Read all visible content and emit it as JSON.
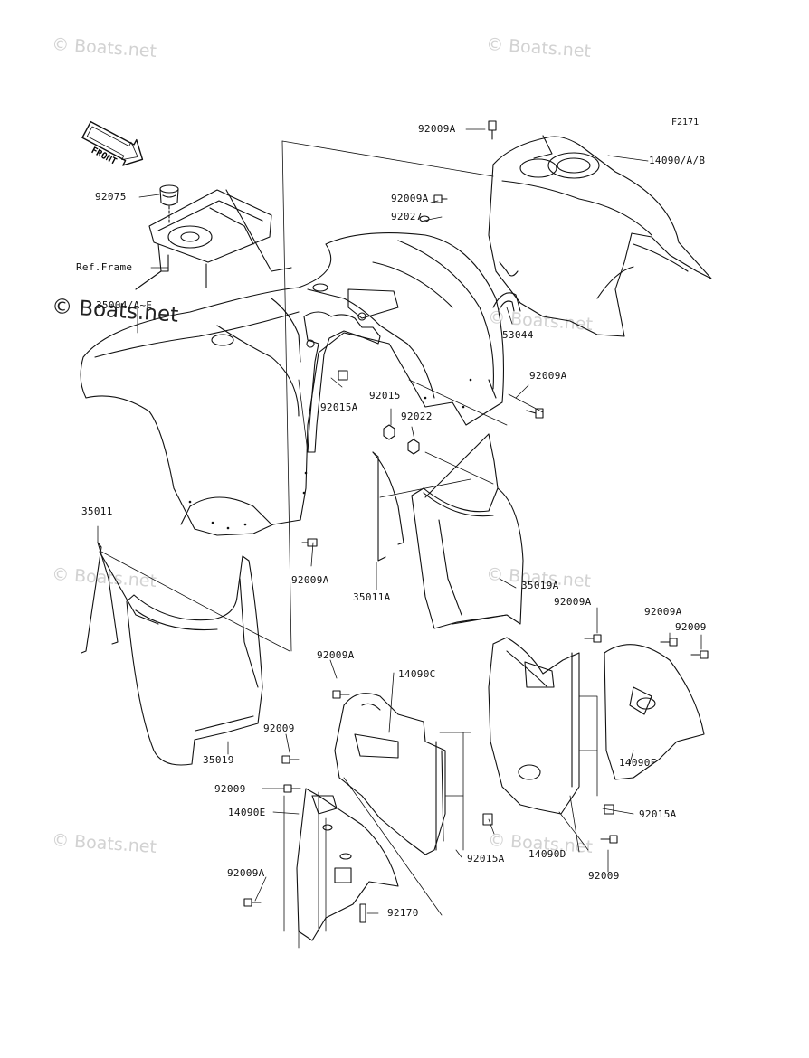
{
  "figure_id": "F2171",
  "front_label": "FRONT",
  "watermark": "© Boats.net",
  "watermark_dark": "© Boats.net",
  "labels": {
    "l92009A_top": "92009A",
    "l14090AB": "14090/A/B",
    "l92075": "92075",
    "l92009A_mid": "92009A",
    "l92027": "92027",
    "refFrame": "Ref.Frame",
    "l35004": "35004/A~E",
    "l53044": "53044",
    "l92015A_a": "92015A",
    "l92015": "92015",
    "l92022": "92022",
    "l92009A_r": "92009A",
    "l35011": "35011",
    "l92009A_c": "92009A",
    "l35011A": "35011A",
    "l35019A": "35019A",
    "l92009A_d": "92009A",
    "l92009A_e": "92009A",
    "l92009_a": "92009",
    "l92009A_f": "92009A",
    "l14090C": "14090C",
    "l92009_b": "92009",
    "l35019": "35019",
    "l92009_c": "92009",
    "l14090E": "14090E",
    "l14090F": "14090F",
    "l92015A_b": "92015A",
    "l92015A_c": "92015A",
    "l14090D": "14090D",
    "l92009A_g": "92009A",
    "l92009_d": "92009",
    "l92170": "92170"
  }
}
